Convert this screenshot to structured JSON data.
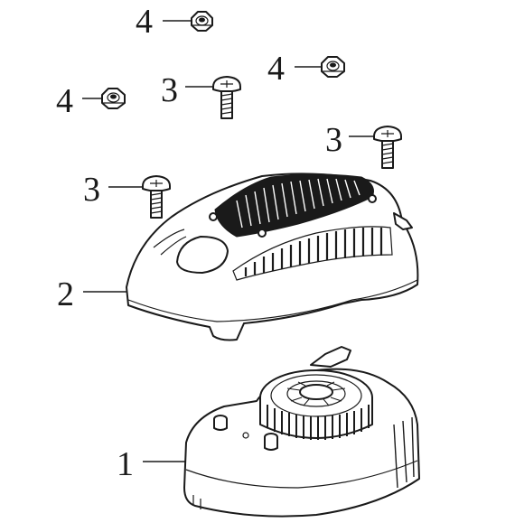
{
  "callouts": {
    "nut_top": "4",
    "nut_right": "4",
    "nut_left": "4",
    "screw_center": "3",
    "screw_right": "3",
    "screw_left": "3",
    "top_cover": "2",
    "base_housing": "1"
  }
}
